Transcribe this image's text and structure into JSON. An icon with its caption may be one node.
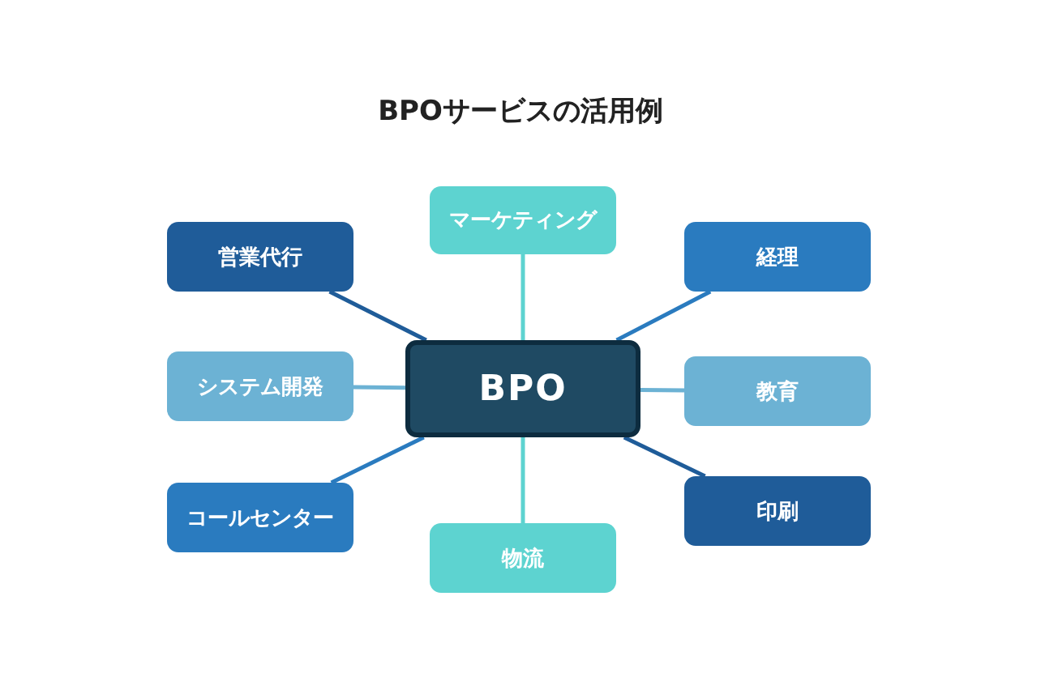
{
  "diagram": {
    "title": "BPOサービスの活用例",
    "nodes": [
      {
        "text": [
          "BPO"
        ]
      },
      {
        "text": [
          "マーケティング"
        ]
      },
      {
        "text": [
          "営業代行"
        ]
      },
      {
        "text": [
          "経理"
        ]
      },
      {
        "text": [
          "システム開発"
        ]
      },
      {
        "text": [
          "教育"
        ]
      },
      {
        "text": [
          "コールセンター"
        ]
      },
      {
        "text": [
          "印刷"
        ]
      },
      {
        "text": [
          "物流"
        ]
      }
    ],
    "edges": [
      {
        "from": 0,
        "to": 1,
        "arrow": "none",
        "color": "#5dd3d0"
      },
      {
        "from": 0,
        "to": 2,
        "arrow": "none",
        "color": "#1f5c99"
      },
      {
        "from": 0,
        "to": 3,
        "arrow": "none",
        "color": "#2a7bbf"
      },
      {
        "from": 0,
        "to": 4,
        "arrow": "none",
        "color": "#6cb2d4"
      },
      {
        "from": 0,
        "to": 5,
        "arrow": "none",
        "color": "#6cb2d4"
      },
      {
        "from": 0,
        "to": 6,
        "arrow": "none",
        "color": "#2a7bbf"
      },
      {
        "from": 0,
        "to": 7,
        "arrow": "none",
        "color": "#1f5c99"
      },
      {
        "from": 0,
        "to": 8,
        "arrow": "none",
        "color": "#5dd3d0"
      }
    ]
  }
}
